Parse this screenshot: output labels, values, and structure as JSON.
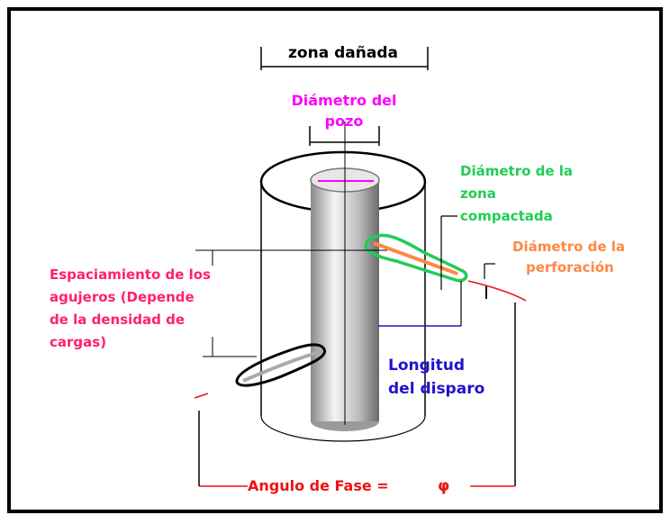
{
  "labels": {
    "zona_danada": "zona dañada",
    "diametro_pozo_1": "Diámetro del",
    "diametro_pozo_2": "pozo",
    "zona_compactada_1": "Diámetro de la",
    "zona_compactada_2": "zona",
    "zona_compactada_3": "compactada",
    "perforacion_1": "Diámetro de la",
    "perforacion_2": "perforación",
    "espaciamiento_1": "Espaciamiento de los",
    "espaciamiento_2": "agujeros (Depende",
    "espaciamiento_3": "de la    densidad de",
    "espaciamiento_4": "cargas)",
    "longitud_1": "Longitud",
    "longitud_2": "del disparo",
    "angulo": "Angulo de Fase =",
    "phi": "φ"
  },
  "colors": {
    "magenta": "#ff00ff",
    "green": "#22cc55",
    "orange": "#ff8844",
    "pink": "#ff2266",
    "blue": "#2211cc",
    "red": "#ee1111",
    "black": "#000000"
  }
}
